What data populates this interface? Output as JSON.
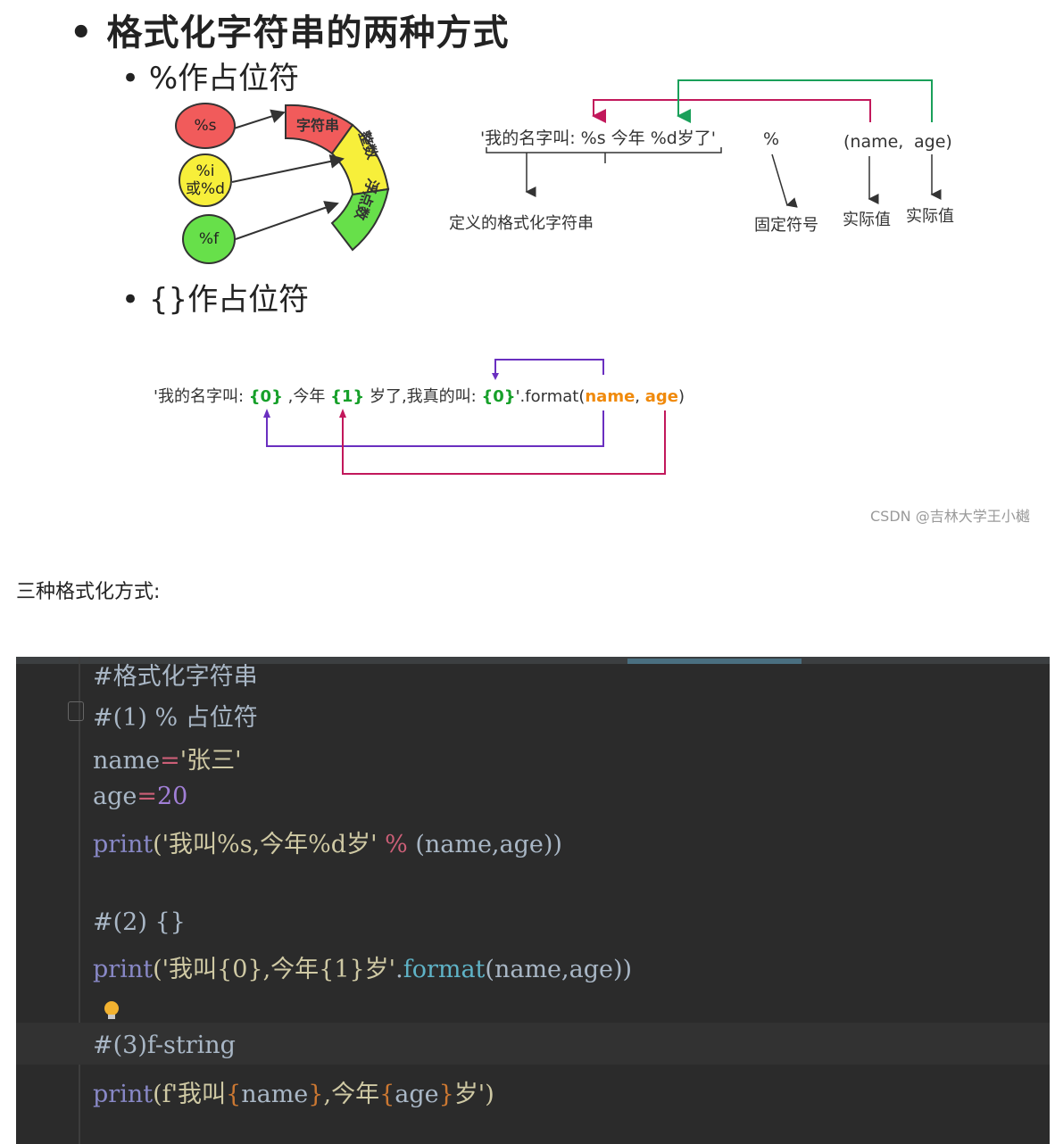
{
  "slide": {
    "title": "格式化字符串的两种方式",
    "sub1": "%作占位符",
    "sub2": "{}作占位符",
    "bullet": "•"
  },
  "diagram1": {
    "blob_s": "%s",
    "blob_i_line1": "%i",
    "blob_i_line2": "或%d",
    "blob_f": "%f",
    "arc_string": "字符串",
    "arc_int": "整数",
    "arc_float": "浮点数"
  },
  "diagram2": {
    "format_string": "'我的名字叫: %s  今年  %d岁了'",
    "percent": "%",
    "tuple_open": "(name,",
    "tuple_close": "age)",
    "label_string": "定义的格式化字符串",
    "label_fixed": "固定符号",
    "label_actual1": "实际值",
    "label_actual2": "实际值"
  },
  "diagram3": {
    "part1": "'我的名字叫: ",
    "ph0": "{0}",
    "part2": " ,今年 ",
    "ph1": "{1}",
    "part3": " 岁了,我真的叫: ",
    "ph0b": "{0}",
    "part4": "'.format(",
    "arg_name": "name",
    "sep": ",   ",
    "arg_age": "age",
    "close": ")"
  },
  "watermark": "CSDN @吉林大学王小樾",
  "section_heading": "三种格式化方式:",
  "code": {
    "line0": "#格式化字符串",
    "line1": "#(1) % 占位符",
    "line2_var": "name",
    "line2_op": "=",
    "line2_val": "'张三'",
    "line3_var": "age",
    "line3_op": "=",
    "line3_val": "20",
    "line4_fn": "print",
    "line4_str": "('我叫%s,今年%d岁'",
    "line4_op": " % ",
    "line4_args": "(name,age))",
    "line5": "#(2) {}",
    "line6_fn": "print",
    "line6_str": "('我叫{0},今年{1}岁'",
    "line6_dot": ".",
    "line6_fmt": "format",
    "line6_args": "(name,age))",
    "line7": "#(3)f-string",
    "line8_fn": "print",
    "line8_a": "(f'我叫",
    "line8_b": "{",
    "line8_c": "name",
    "line8_d": "}",
    "line8_e": ",今年",
    "line8_f": "{",
    "line8_g": "age",
    "line8_h": "}",
    "line8_i": "岁')"
  },
  "colors": {
    "red_blob": "#f15b5b",
    "yellow_blob": "#f7ef3a",
    "green_blob": "#67e04a",
    "arrow_magenta": "#c2185b",
    "arrow_green": "#1aa05a",
    "arrow_purple": "#6a2fc0",
    "code_bg": "#2b2b2b"
  }
}
